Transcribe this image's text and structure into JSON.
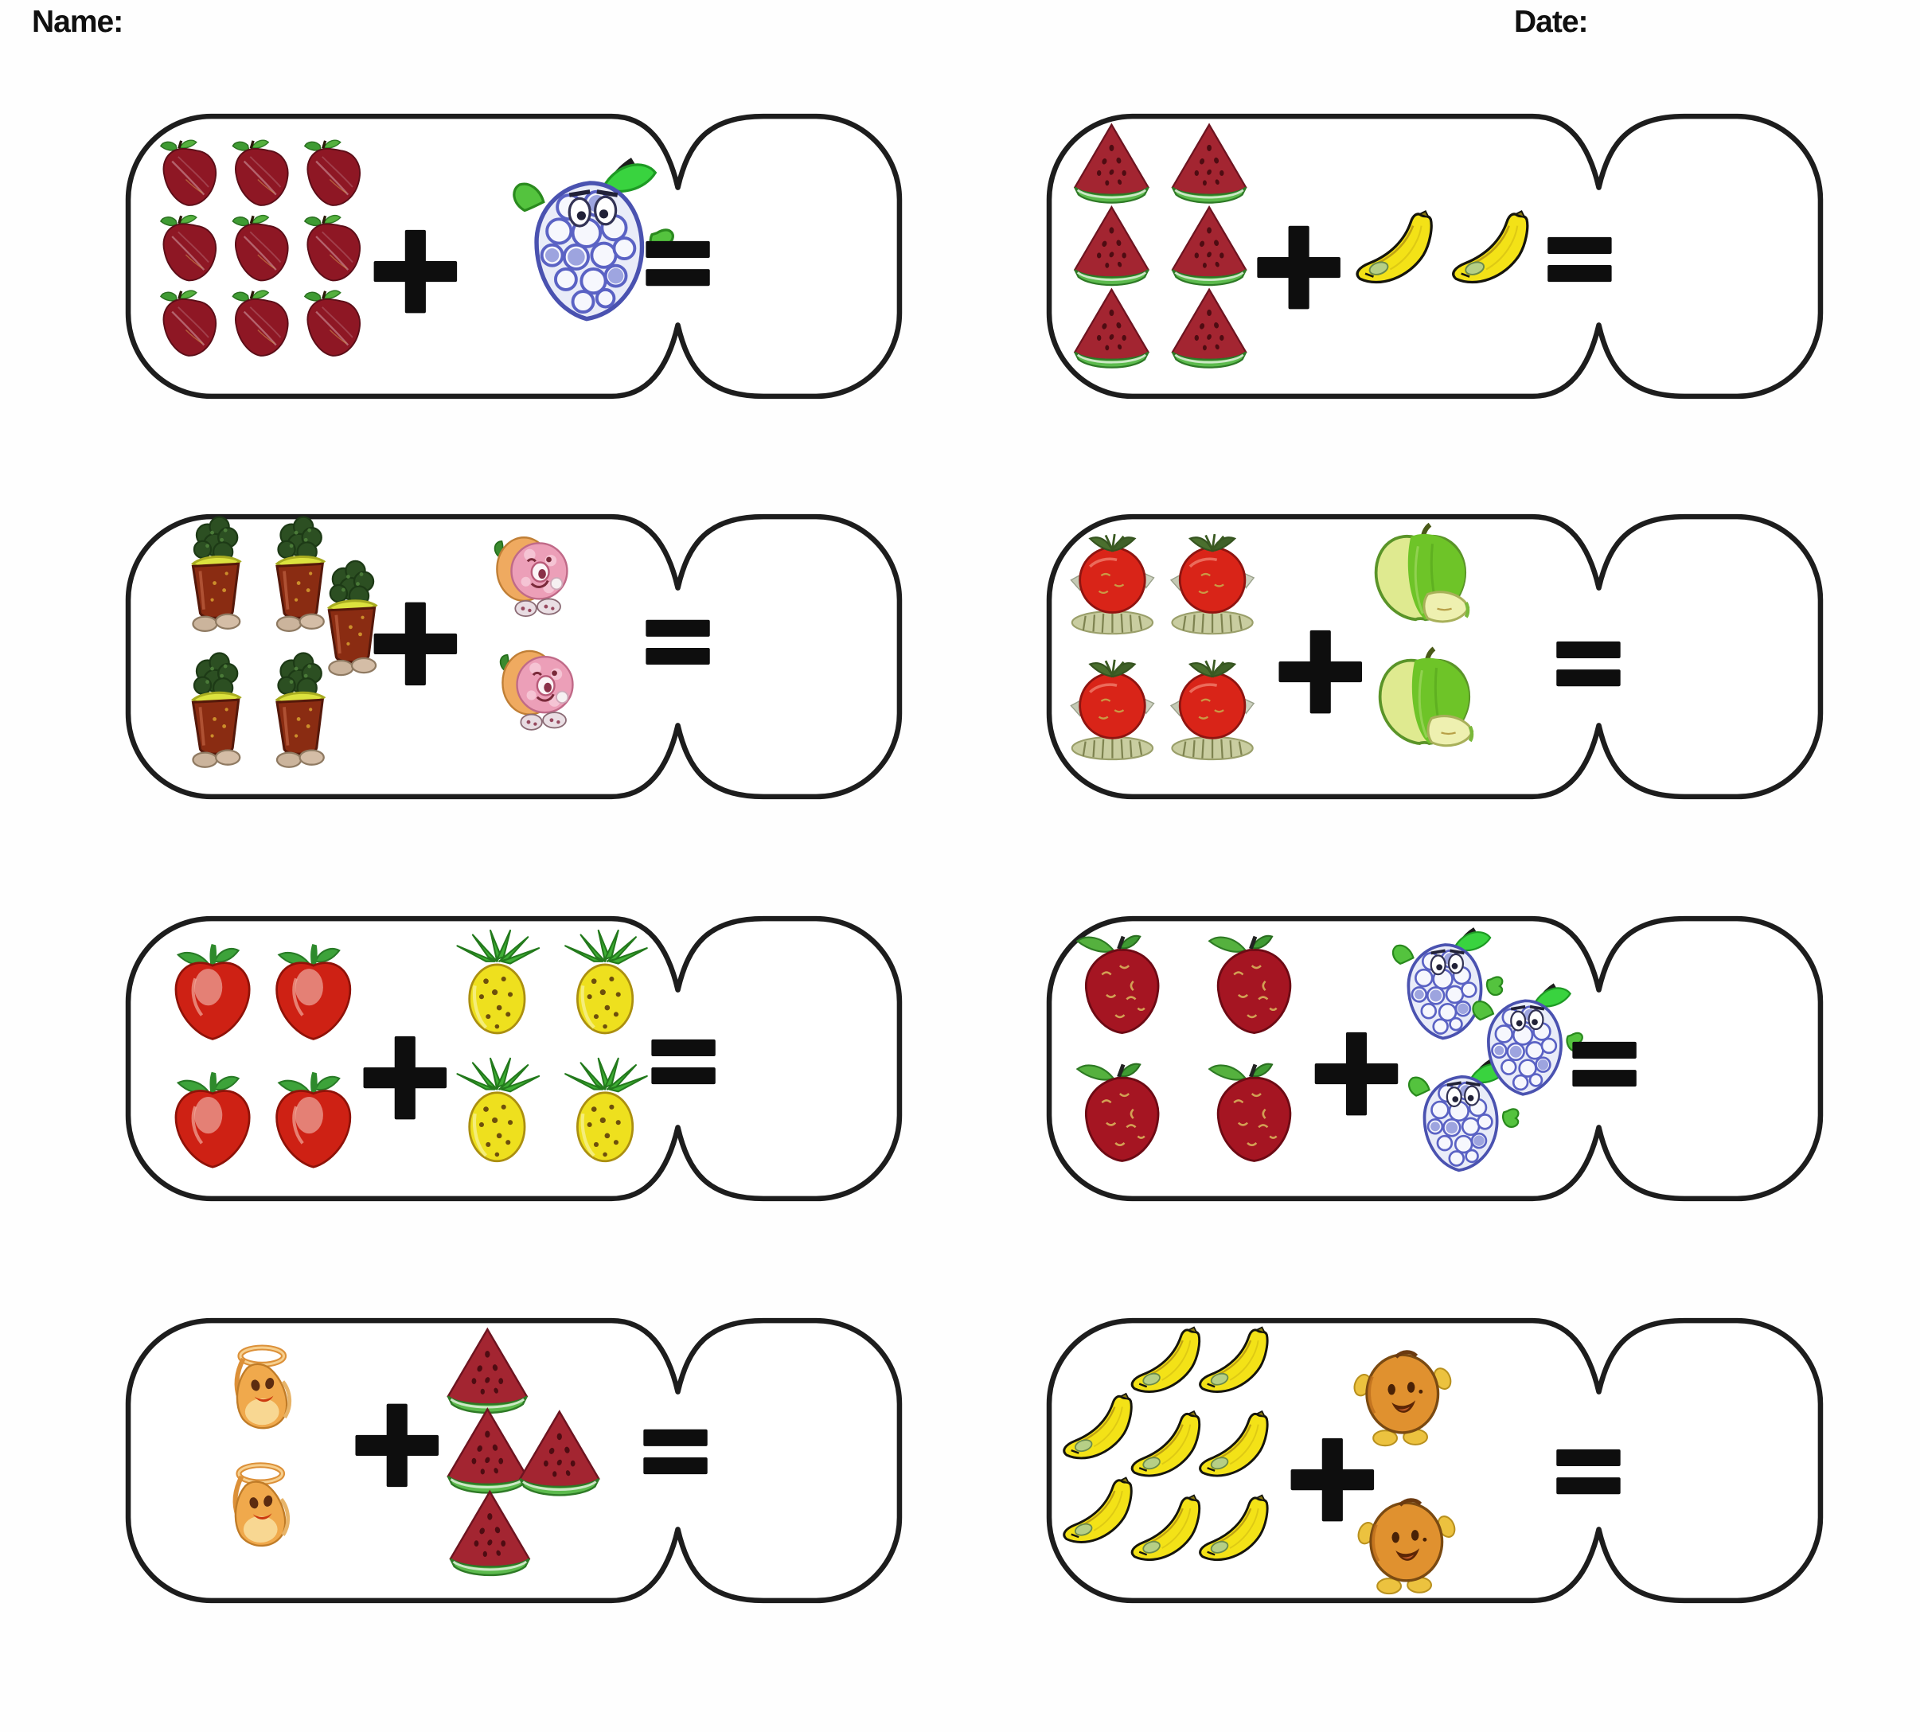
{
  "worksheet": {
    "name_label": "Name:",
    "date_label": "Date:",
    "type": "fruit counting addition worksheet"
  },
  "style": {
    "page_background": "#fefefe",
    "card_background": "#ffffff",
    "outline_color": "#1d1d1d",
    "symbol_color": "#0e0e0e"
  },
  "legend": {
    "strawberry-dark": "dark red strawberry",
    "strawberry-red": "patterned red strawberry",
    "strawberry-bright": "bright red strawberry",
    "blue-raspberry": "blue raspberry cartoon character",
    "watermelon-slice": "watermelon slice",
    "banana": "banana",
    "veggie-drink": "juice glass character with leafy top",
    "grapefruit-donut": "pink grapefruit donut character",
    "tomato": "red tomato on grass",
    "green-apple": "green apple with slice",
    "pineapple": "pineapple",
    "orange-halo": "orange character with halo",
    "orange-buddy": "round orange character"
  },
  "problems": [
    {
      "id": 1,
      "operator": "+",
      "equals_sign": "=",
      "answer": "",
      "addend1": {
        "fruit": "strawberry-dark",
        "count": 9,
        "icon_size": 95,
        "positions": [
          [
            40,
            28
          ],
          [
            130,
            28
          ],
          [
            220,
            28
          ],
          [
            40,
            122
          ],
          [
            130,
            122
          ],
          [
            220,
            122
          ],
          [
            40,
            216
          ],
          [
            130,
            216
          ],
          [
            220,
            216
          ]
        ]
      },
      "addend2": {
        "fruit": "blue-raspberry",
        "count": 1,
        "icon_size": 215,
        "positions": [
          [
            480,
            55
          ]
        ]
      },
      "plus_center": [
        365,
        200
      ],
      "equals_center": [
        693,
        190
      ]
    },
    {
      "id": 2,
      "operator": "+",
      "equals_sign": "=",
      "answer": "",
      "addend1": {
        "fruit": "watermelon-slice",
        "count": 6,
        "icon_size": 112,
        "positions": [
          [
            28,
            12
          ],
          [
            150,
            12
          ],
          [
            28,
            115
          ],
          [
            150,
            115
          ],
          [
            28,
            218
          ],
          [
            150,
            218
          ]
        ]
      },
      "addend2": {
        "fruit": "banana",
        "count": 2,
        "icon_size": 130,
        "positions": [
          [
            375,
            122
          ],
          [
            495,
            122
          ]
        ]
      },
      "plus_center": [
        318,
        195
      ],
      "equals_center": [
        669,
        185
      ]
    },
    {
      "id": 3,
      "operator": "+",
      "equals_sign": "=",
      "answer": "",
      "addend1": {
        "fruit": "veggie-drink",
        "count": 5,
        "icon_size": 150,
        "positions": [
          [
            45,
            5
          ],
          [
            150,
            5
          ],
          [
            215,
            60
          ],
          [
            45,
            175
          ],
          [
            150,
            175
          ]
        ]
      },
      "addend2": {
        "fruit": "grapefruit-donut",
        "count": 2,
        "icon_size": 120,
        "positions": [
          [
            455,
            20
          ],
          [
            462,
            162
          ]
        ]
      },
      "plus_center": [
        365,
        165
      ],
      "equals_center": [
        693,
        163
      ]
    },
    {
      "id": 4,
      "operator": "+",
      "equals_sign": "=",
      "answer": "",
      "addend1": {
        "fruit": "tomato",
        "count": 4,
        "icon_size": 140,
        "positions": [
          [
            15,
            18
          ],
          [
            140,
            18
          ],
          [
            15,
            175
          ],
          [
            140,
            175
          ]
        ]
      },
      "addend2": {
        "fruit": "green-apple",
        "count": 2,
        "icon_size": 150,
        "positions": [
          [
            395,
            10
          ],
          [
            400,
            165
          ]
        ]
      },
      "plus_center": [
        345,
        200
      ],
      "equals_center": [
        680,
        190
      ]
    },
    {
      "id": 5,
      "operator": "+",
      "equals_sign": "=",
      "answer": "",
      "addend1": {
        "fruit": "strawberry-bright",
        "count": 4,
        "icon_size": 135,
        "positions": [
          [
            44,
            35
          ],
          [
            170,
            35
          ],
          [
            44,
            195
          ],
          [
            170,
            195
          ]
        ]
      },
      "addend2": {
        "fruit": "pineapple",
        "count": 4,
        "icon_size": 138,
        "positions": [
          [
            398,
            18
          ],
          [
            533,
            18
          ],
          [
            398,
            178
          ],
          [
            533,
            178
          ]
        ]
      },
      "plus_center": [
        352,
        205
      ],
      "equals_center": [
        700,
        185
      ]
    },
    {
      "id": 6,
      "operator": "+",
      "equals_sign": "=",
      "answer": "",
      "addend1": {
        "fruit": "strawberry-red",
        "count": 4,
        "icon_size": 140,
        "positions": [
          [
            30,
            20
          ],
          [
            195,
            20
          ],
          [
            30,
            180
          ],
          [
            195,
            180
          ]
        ]
      },
      "addend2": {
        "fruit": "blue-raspberry",
        "count": 3,
        "icon_size": 148,
        "positions": [
          [
            430,
            15
          ],
          [
            450,
            180
          ],
          [
            530,
            85
          ]
        ]
      },
      "plus_center": [
        390,
        200
      ],
      "equals_center": [
        700,
        188
      ]
    },
    {
      "id": 7,
      "operator": "+",
      "equals_sign": "=",
      "answer": "",
      "addend1": {
        "fruit": "orange-halo",
        "count": 2,
        "icon_size": 118,
        "positions": [
          [
            112,
            35
          ],
          [
            110,
            182
          ]
        ]
      },
      "addend2": {
        "fruit": "watermelon-slice",
        "count": 4,
        "icon_size": 120,
        "positions": [
          [
            395,
            12
          ],
          [
            395,
            112
          ],
          [
            485,
            115
          ],
          [
            398,
            215
          ]
        ]
      },
      "plus_center": [
        342,
        162
      ],
      "equals_center": [
        690,
        170
      ]
    },
    {
      "id": 8,
      "operator": "+",
      "equals_sign": "=",
      "answer": "",
      "addend1": {
        "fruit": "banana",
        "count": 8,
        "icon_size": 118,
        "positions": [
          [
            10,
            95
          ],
          [
            10,
            200
          ],
          [
            95,
            12
          ],
          [
            95,
            117
          ],
          [
            95,
            222
          ],
          [
            180,
            12
          ],
          [
            180,
            117
          ],
          [
            180,
            222
          ]
        ]
      },
      "addend2": {
        "fruit": "orange-buddy",
        "count": 2,
        "icon_size": 135,
        "positions": [
          [
            380,
            30
          ],
          [
            385,
            215
          ]
        ]
      },
      "plus_center": [
        360,
        205
      ],
      "equals_center": [
        680,
        195
      ]
    }
  ],
  "layout": {
    "columns_x": [
      155,
      1312
    ],
    "rows_y": [
      140,
      643,
      1148,
      1653
    ]
  }
}
